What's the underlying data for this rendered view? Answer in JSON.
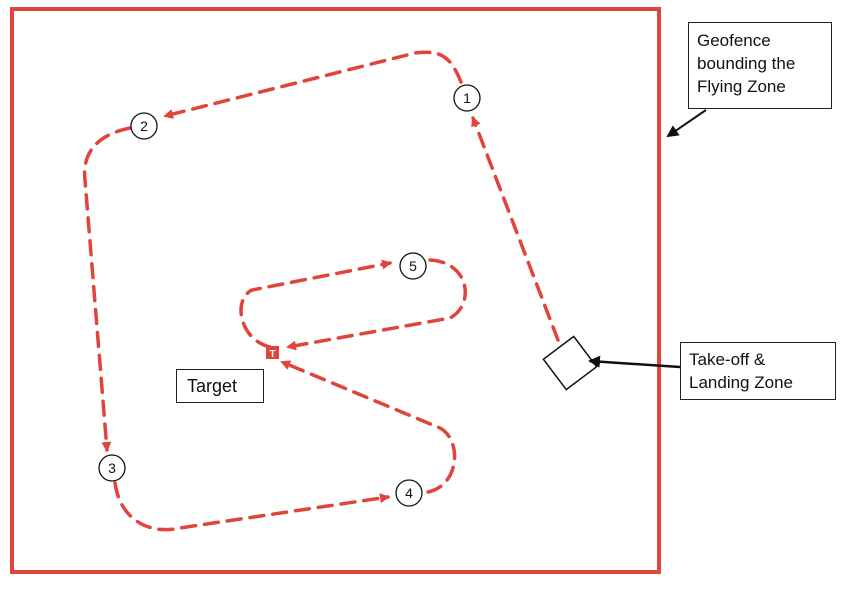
{
  "geofence": {
    "label_lines": [
      "Geofence",
      "bounding the",
      "Flying Zone"
    ],
    "color": "#e0443c"
  },
  "landing_zone": {
    "label_lines": [
      "Take-off &",
      "Landing Zone"
    ]
  },
  "target": {
    "label": "Target",
    "marker_text": "T",
    "color": "#e0443c"
  },
  "waypoints": [
    {
      "id": "waypoint-1",
      "label": "1"
    },
    {
      "id": "waypoint-2",
      "label": "2"
    },
    {
      "id": "waypoint-3",
      "label": "3"
    },
    {
      "id": "waypoint-4",
      "label": "4"
    },
    {
      "id": "waypoint-5",
      "label": "5"
    }
  ],
  "path_color": "#e0443c"
}
